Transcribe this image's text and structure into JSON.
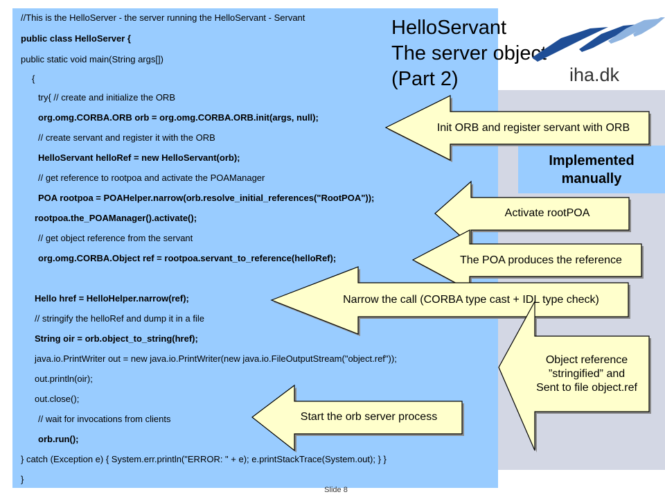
{
  "title": {
    "line1": "HelloServant",
    "line2": "The server object",
    "line3": "(Part 2)"
  },
  "logo": {
    "text": "iha.dk",
    "colors": [
      "#1f4e96",
      "#8fb4e0"
    ]
  },
  "code_lines": [
    {
      "text": "//This is the HelloServer - the server running the HelloServant - Servant",
      "bold": false
    },
    {
      "text": "public class HelloServer {",
      "bold": true
    },
    {
      "text": "public static void main(String args[])",
      "bold": false
    },
    {
      "text": "{",
      "bold": false
    },
    {
      "text": "try{   // create and initialize the ORB",
      "bold": false
    },
    {
      "text": "org.omg.CORBA.ORB orb = org.omg.CORBA.ORB.init(args,  null);",
      "bold": true
    },
    {
      "text": "// create servant and register it with the ORB",
      "bold": false
    },
    {
      "text": "HelloServant helloRef = new HelloServant(orb);",
      "bold": true
    },
    {
      "text": "// get reference to rootpoa and activate the POAManager",
      "bold": false
    },
    {
      "text": "POA rootpoa = POAHelper.narrow(orb.resolve_initial_references(\"RootPOA\"));",
      "bold": true
    },
    {
      "text": "rootpoa.the_POAManager().activate();",
      "bold": true
    },
    {
      "text": "// get object reference from the servant",
      "bold": false
    },
    {
      "text": "org.omg.CORBA.Object ref = rootpoa.servant_to_reference(helloRef);",
      "bold": true
    },
    {
      "text": "Hello href = HelloHelper.narrow(ref);",
      "bold": true
    },
    {
      "text": "// stringify the helloRef and dump it in a file",
      "bold": false
    },
    {
      "text": "String oir = orb.object_to_string(href);",
      "bold": true
    },
    {
      "text": "java.io.PrintWriter out = new java.io.PrintWriter(new java.io.FileOutputStream(\"object.ref\"));",
      "bold": false
    },
    {
      "text": "out.println(oir);",
      "bold": false
    },
    {
      "text": "out.close();",
      "bold": false
    },
    {
      "text": "// wait for invocations from clients",
      "bold": false
    },
    {
      "text": "orb.run();",
      "bold": true
    },
    {
      "text": "} catch (Exception e) { System.err.println(\"ERROR: \" + e); e.printStackTrace(System.out); } }",
      "bold": false
    },
    {
      "text": "}",
      "bold": false
    }
  ],
  "implemented_box": {
    "line1": "Implemented",
    "line2": "manually"
  },
  "callouts": [
    {
      "id": "init-orb",
      "text": "Init ORB and register servant with ORB"
    },
    {
      "id": "activate-rootpoa",
      "text": "Activate rootPOA"
    },
    {
      "id": "poa-reference",
      "text": "The POA produces the reference"
    },
    {
      "id": "narrow-call",
      "text": "Narrow the call (CORBA type cast + IDL type check)"
    },
    {
      "id": "object-reference",
      "lines": [
        "Object reference",
        "”stringified” and",
        "Sent to file object.ref"
      ]
    },
    {
      "id": "start-orb",
      "text": "Start the orb server process"
    }
  ],
  "colors": {
    "code_panel": "#99ccff",
    "right_panel": "#d3d7e4",
    "callout_fill": "#ffffcc",
    "callout_stroke": "#000000",
    "callout_shadow": "#8a8a8a"
  },
  "footer": {
    "text": "Slide 8"
  }
}
